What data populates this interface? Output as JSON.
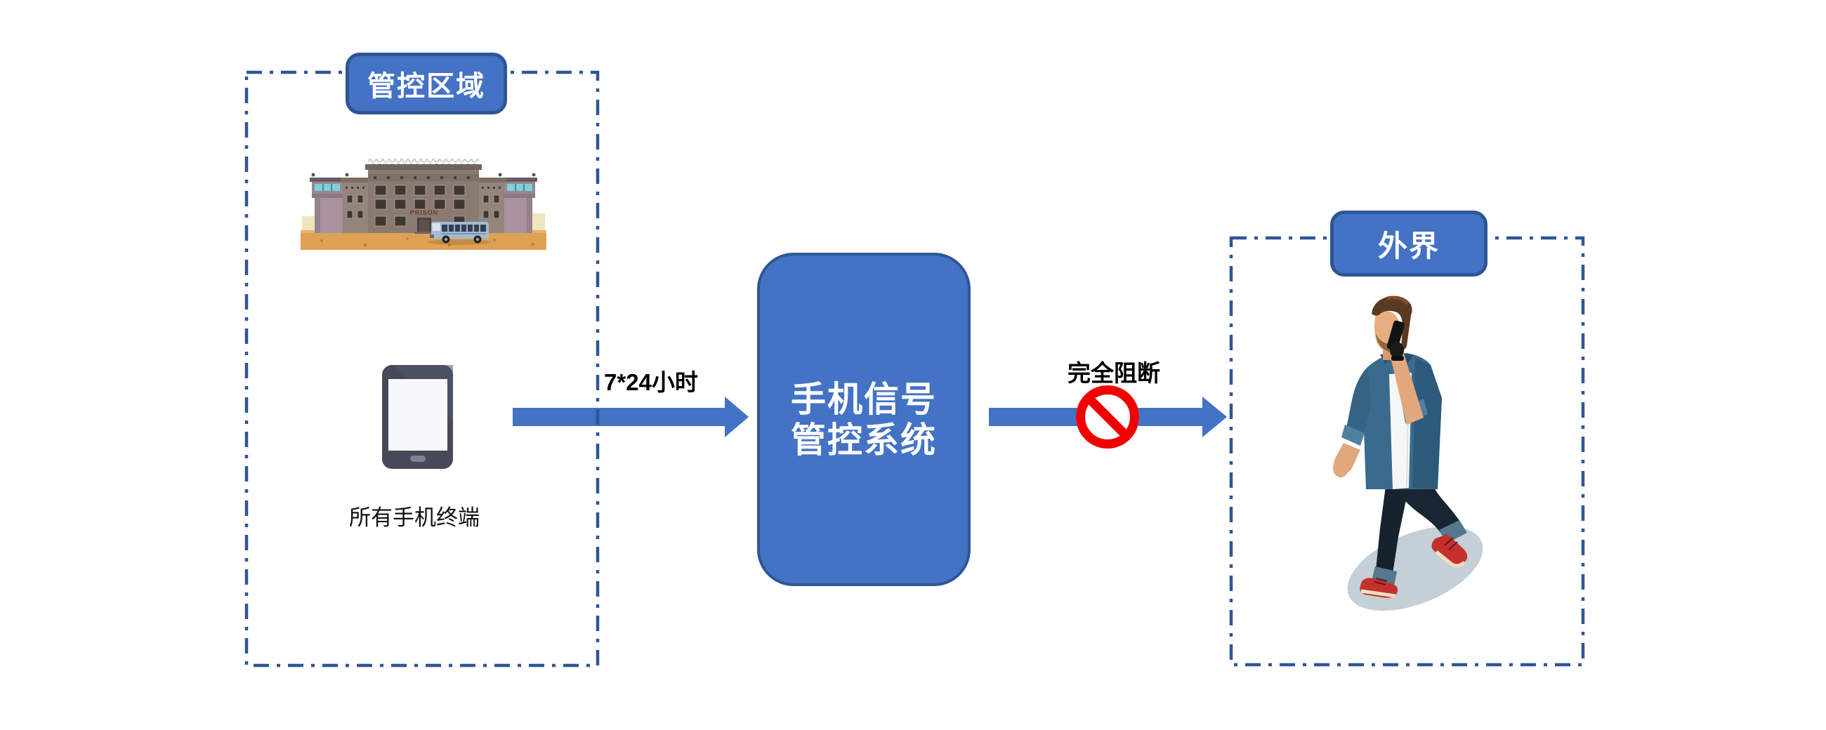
{
  "left_zone": {
    "label": "管控区域",
    "building_sign": "PRISON",
    "phone_caption": "所有手机终端"
  },
  "center_system": {
    "lines": [
      "手机信号",
      "管控系统"
    ]
  },
  "right_zone": {
    "label": "外界"
  },
  "flow": {
    "arrow1_label": "7*24小时",
    "arrow2_label": "完全阻断"
  },
  "colors": {
    "primary_blue": "#4472C4",
    "border_blue": "#2F5597",
    "block_red": "#F20000",
    "label_text": "#FFFFFF",
    "annotation_text": "#000000"
  }
}
